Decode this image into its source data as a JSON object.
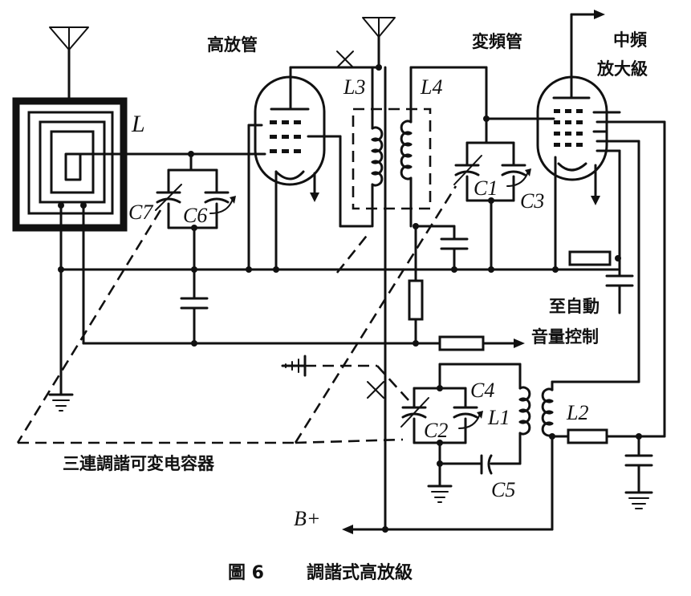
{
  "caption": {
    "figure_number": "圖 6",
    "title": "調諧式高放級"
  },
  "tube_labels": {
    "rf_amp": "高放管",
    "converter": "変頻管"
  },
  "block_labels": {
    "if_amp": [
      "中頻",
      "放大級"
    ],
    "to_avc": [
      "至自動",
      "音量控制"
    ],
    "gang_capacitor": "三連調諧可変电容器",
    "b_plus": "B+"
  },
  "component_labels": {
    "loop": "L",
    "L1": "L1",
    "L2": "L2",
    "L3": "L3",
    "L4": "L4",
    "C1": "C1",
    "C2": "C2",
    "C3": "C3",
    "C4": "C4",
    "C5": "C5",
    "C6": "C6",
    "C7": "C7"
  },
  "colors": {
    "ink": "#111111",
    "paper": "#ffffff"
  }
}
